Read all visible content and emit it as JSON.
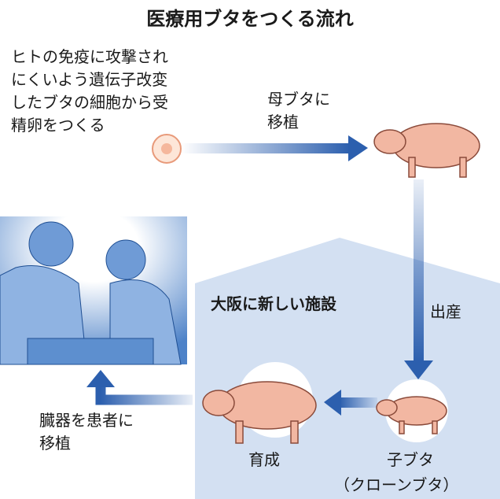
{
  "title": "医療用ブタをつくる流れ",
  "step1": [
    "ヒトの免疫に攻撃され",
    "にくいよう遺伝子改変",
    "したブタの細胞から受",
    "精卵をつくる"
  ],
  "step2": [
    "母ブタに",
    "移植"
  ],
  "facility": "大阪に新しい施設",
  "birth": "出産",
  "raising": "育成",
  "piglet": "子ブタ",
  "clone": "（クローンブタ）",
  "step_final": [
    "臓器を患者に",
    "移植"
  ],
  "colors": {
    "arrow": "#2c5fae",
    "facility_bg": "#d3e0f2",
    "pig": "#f2b7a2",
    "surgery": "#5d8fcf"
  }
}
